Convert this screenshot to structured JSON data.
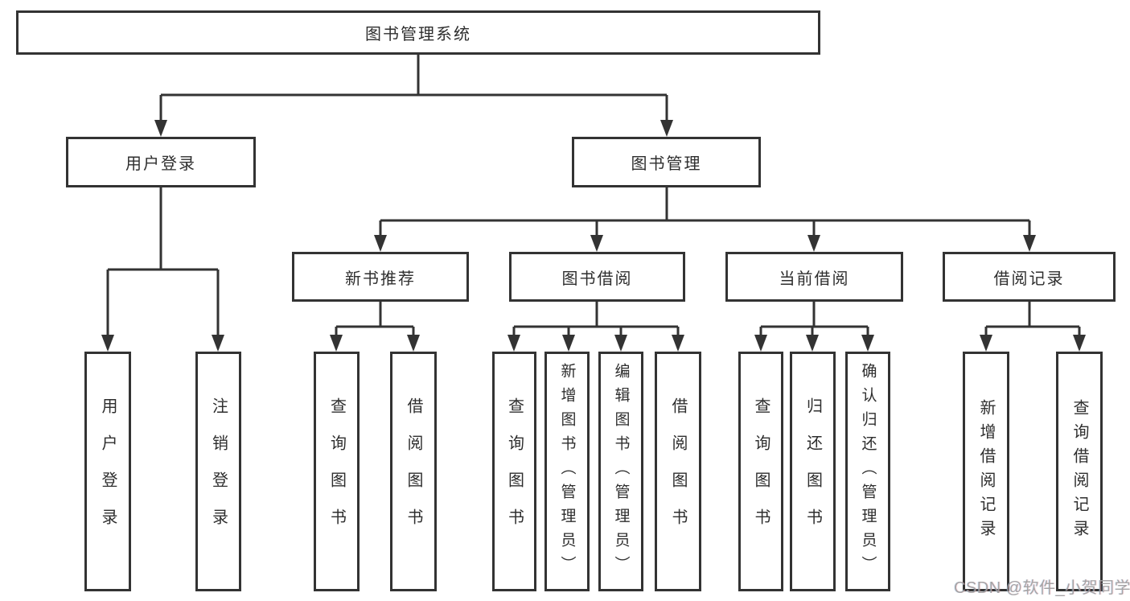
{
  "page": {
    "background": "#ffffff"
  },
  "diagram": {
    "type": "hierarchy",
    "colors": {
      "line": "#333333",
      "box_border": "#333333",
      "box_fill": "#ffffff",
      "text": "#2e2e2e"
    },
    "root": {
      "label": "图书管理系统",
      "children": [
        {
          "label": "用户登录",
          "children": [
            {
              "label": "用户登录"
            },
            {
              "label": "注销登录"
            }
          ]
        },
        {
          "label": "图书管理",
          "children": [
            {
              "label": "新书推荐",
              "children": [
                {
                  "label": "查询图书"
                },
                {
                  "label": "借阅图书"
                }
              ]
            },
            {
              "label": "图书借阅",
              "children": [
                {
                  "label": "查询图书"
                },
                {
                  "label": "新增图书（管理员）"
                },
                {
                  "label": "编辑图书（管理员）"
                },
                {
                  "label": "借阅图书"
                }
              ]
            },
            {
              "label": "当前借阅",
              "children": [
                {
                  "label": "查询图书"
                },
                {
                  "label": "归还图书"
                },
                {
                  "label": "确认归还（管理员）"
                }
              ]
            },
            {
              "label": "借阅记录",
              "children": [
                {
                  "label": "新增借阅记录"
                },
                {
                  "label": "查询借阅记录"
                }
              ]
            }
          ]
        }
      ]
    }
  },
  "watermark": {
    "text": "CSDN @软件_小贺同学",
    "color": "#9e9e9e"
  }
}
